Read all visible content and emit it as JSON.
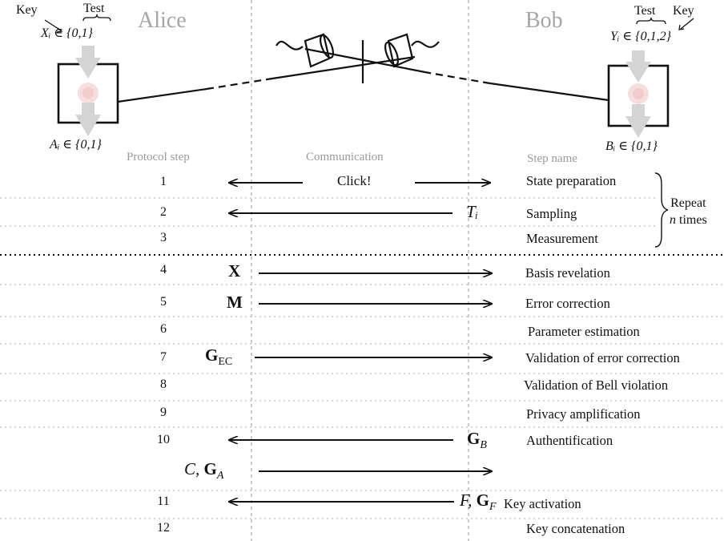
{
  "parties": {
    "alice": "Alice",
    "bob": "Bob"
  },
  "alice_box": {
    "key_label": "Key",
    "test_label": "Test",
    "input": "Xᵢ ∈ {0,1}",
    "output": "Aᵢ ∈ {0,1}"
  },
  "bob_box": {
    "key_label": "Key",
    "test_label": "Test",
    "input": "Yᵢ ∈ {0,1,2}",
    "output": "Bᵢ ∈ {0,1}"
  },
  "headers": {
    "protocol_step": "Protocol step",
    "communication": "Communication",
    "step_name": "Step name"
  },
  "repeat_note": {
    "line1": "Repeat",
    "n": "n",
    "line2": " times"
  },
  "steps": [
    {
      "number": "1",
      "name": "State preparation",
      "message": "Click!"
    },
    {
      "number": "2",
      "name": "Sampling",
      "message": "Tᵢ"
    },
    {
      "number": "3",
      "name": "Measurement",
      "message": ""
    },
    {
      "number": "4",
      "name": "Basis revelation",
      "message": "X"
    },
    {
      "number": "5",
      "name": "Error correction",
      "message": "M"
    },
    {
      "number": "6",
      "name": "Parameter estimation",
      "message": ""
    },
    {
      "number": "7",
      "name": "Validation of error correction",
      "message": "G",
      "message_sub": "EC"
    },
    {
      "number": "8",
      "name": "Validation of Bell violation",
      "message": ""
    },
    {
      "number": "9",
      "name": "Privacy amplification",
      "message": ""
    },
    {
      "number": "10",
      "name": "Authentification",
      "message": "G",
      "message_sub": "B"
    },
    {
      "number": "",
      "name": "",
      "message_prefix": "C, ",
      "message": "G",
      "message_sub": "A"
    },
    {
      "number": "11",
      "name": "Key activation",
      "message_prefix": "F, ",
      "message": "G",
      "message_sub": "F"
    },
    {
      "number": "12",
      "name": "Key concatenation",
      "message": ""
    }
  ]
}
